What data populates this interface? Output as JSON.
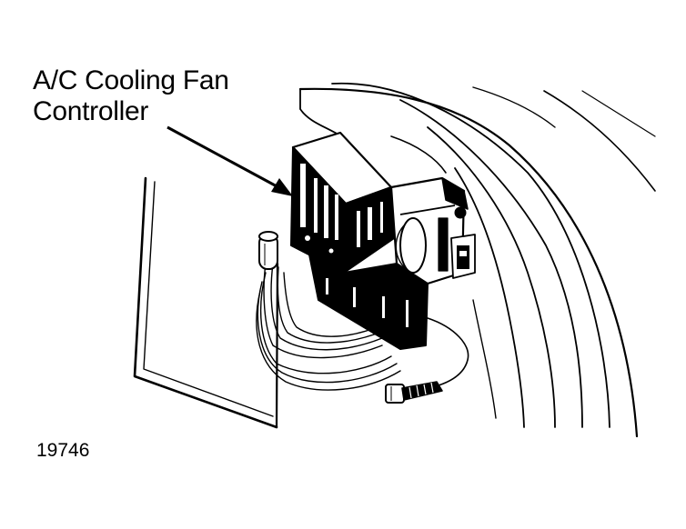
{
  "diagram": {
    "callout": {
      "line1": "A/C Cooling Fan",
      "line2": "Controller"
    },
    "figure_number": "19746"
  },
  "colors": {
    "ink": "#000000",
    "paper": "#ffffff"
  }
}
